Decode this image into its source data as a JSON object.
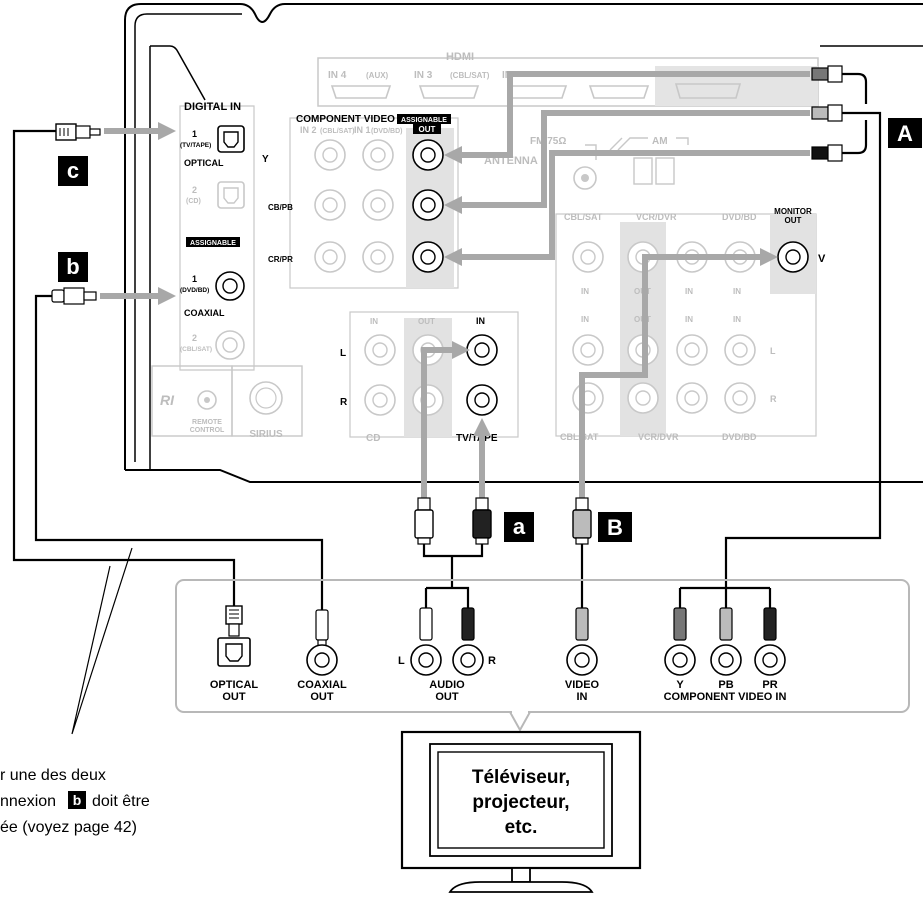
{
  "receiver": {
    "hdmi": "HDMI",
    "hdmi_in4": "IN 4",
    "hdmi_aux": "(AUX)",
    "hdmi_in3": "IN 3",
    "hdmi_cblsat": "(CBL/SAT)",
    "hdmi_in_partial": "IN",
    "digital_in": "DIGITAL IN",
    "optical_1_num": "1",
    "optical_1_sub": "(TV/TAPE)",
    "optical": "OPTICAL",
    "optical_2_num": "2",
    "optical_2_sub": "(CD)",
    "assignable": "ASSIGNABLE",
    "coaxial_1_num": "1",
    "coaxial_1_sub": "(DVD/BD)",
    "coaxial": "COAXIAL",
    "coaxial_2_num": "2",
    "coaxial_2_sub": "(CBL/SAT)",
    "component_video": "COMPONENT VIDEO",
    "comp_in2": "IN 2",
    "comp_in2_sub": "(CBL/SAT)",
    "comp_in1": "IN 1",
    "comp_in1_sub": "(DVD/BD)",
    "comp_out": "OUT",
    "comp_y": "Y",
    "comp_cb": "CB/PB",
    "comp_cr": "CR/PR",
    "antenna": "ANTENNA",
    "fm_partial": "FM 75Ω",
    "am": "AM",
    "cbl_sat": "CBL/SAT",
    "vcr_dvr": "VCR/DVR",
    "dvd_bd": "DVD/BD",
    "monitor_out": "MONITOR",
    "monitor_out2": "OUT",
    "v": "V",
    "in": "IN",
    "out": "OUT",
    "l": "L",
    "r": "R",
    "cd": "CD",
    "tv_tape": "TV/TAPE",
    "ri": "RI",
    "remote_control": "REMOTE",
    "remote_control2": "CONTROL",
    "sirius": "SIRIUS"
  },
  "badges": {
    "A": "A",
    "B": "B",
    "a": "a",
    "b": "b",
    "c": "c"
  },
  "tv_panel": {
    "optical_out": "OPTICAL",
    "optical_out2": "OUT",
    "coaxial_out": "COAXIAL",
    "coaxial_out2": "OUT",
    "audio_out": "AUDIO",
    "audio_out2": "OUT",
    "video_in": "VIDEO",
    "video_in2": "IN",
    "y": "Y",
    "pb": "PB",
    "pr": "PR",
    "component_video_in": "COMPONENT VIDEO IN",
    "l": "L",
    "r": "R"
  },
  "tv": {
    "line1": "Téléviseur,",
    "line2": "projecteur,",
    "line3": "etc."
  },
  "note": {
    "line1": "r une des deux",
    "line2_a": "nnexion",
    "line2_b": "doit être",
    "line3": "ée (voyez page 42)"
  }
}
